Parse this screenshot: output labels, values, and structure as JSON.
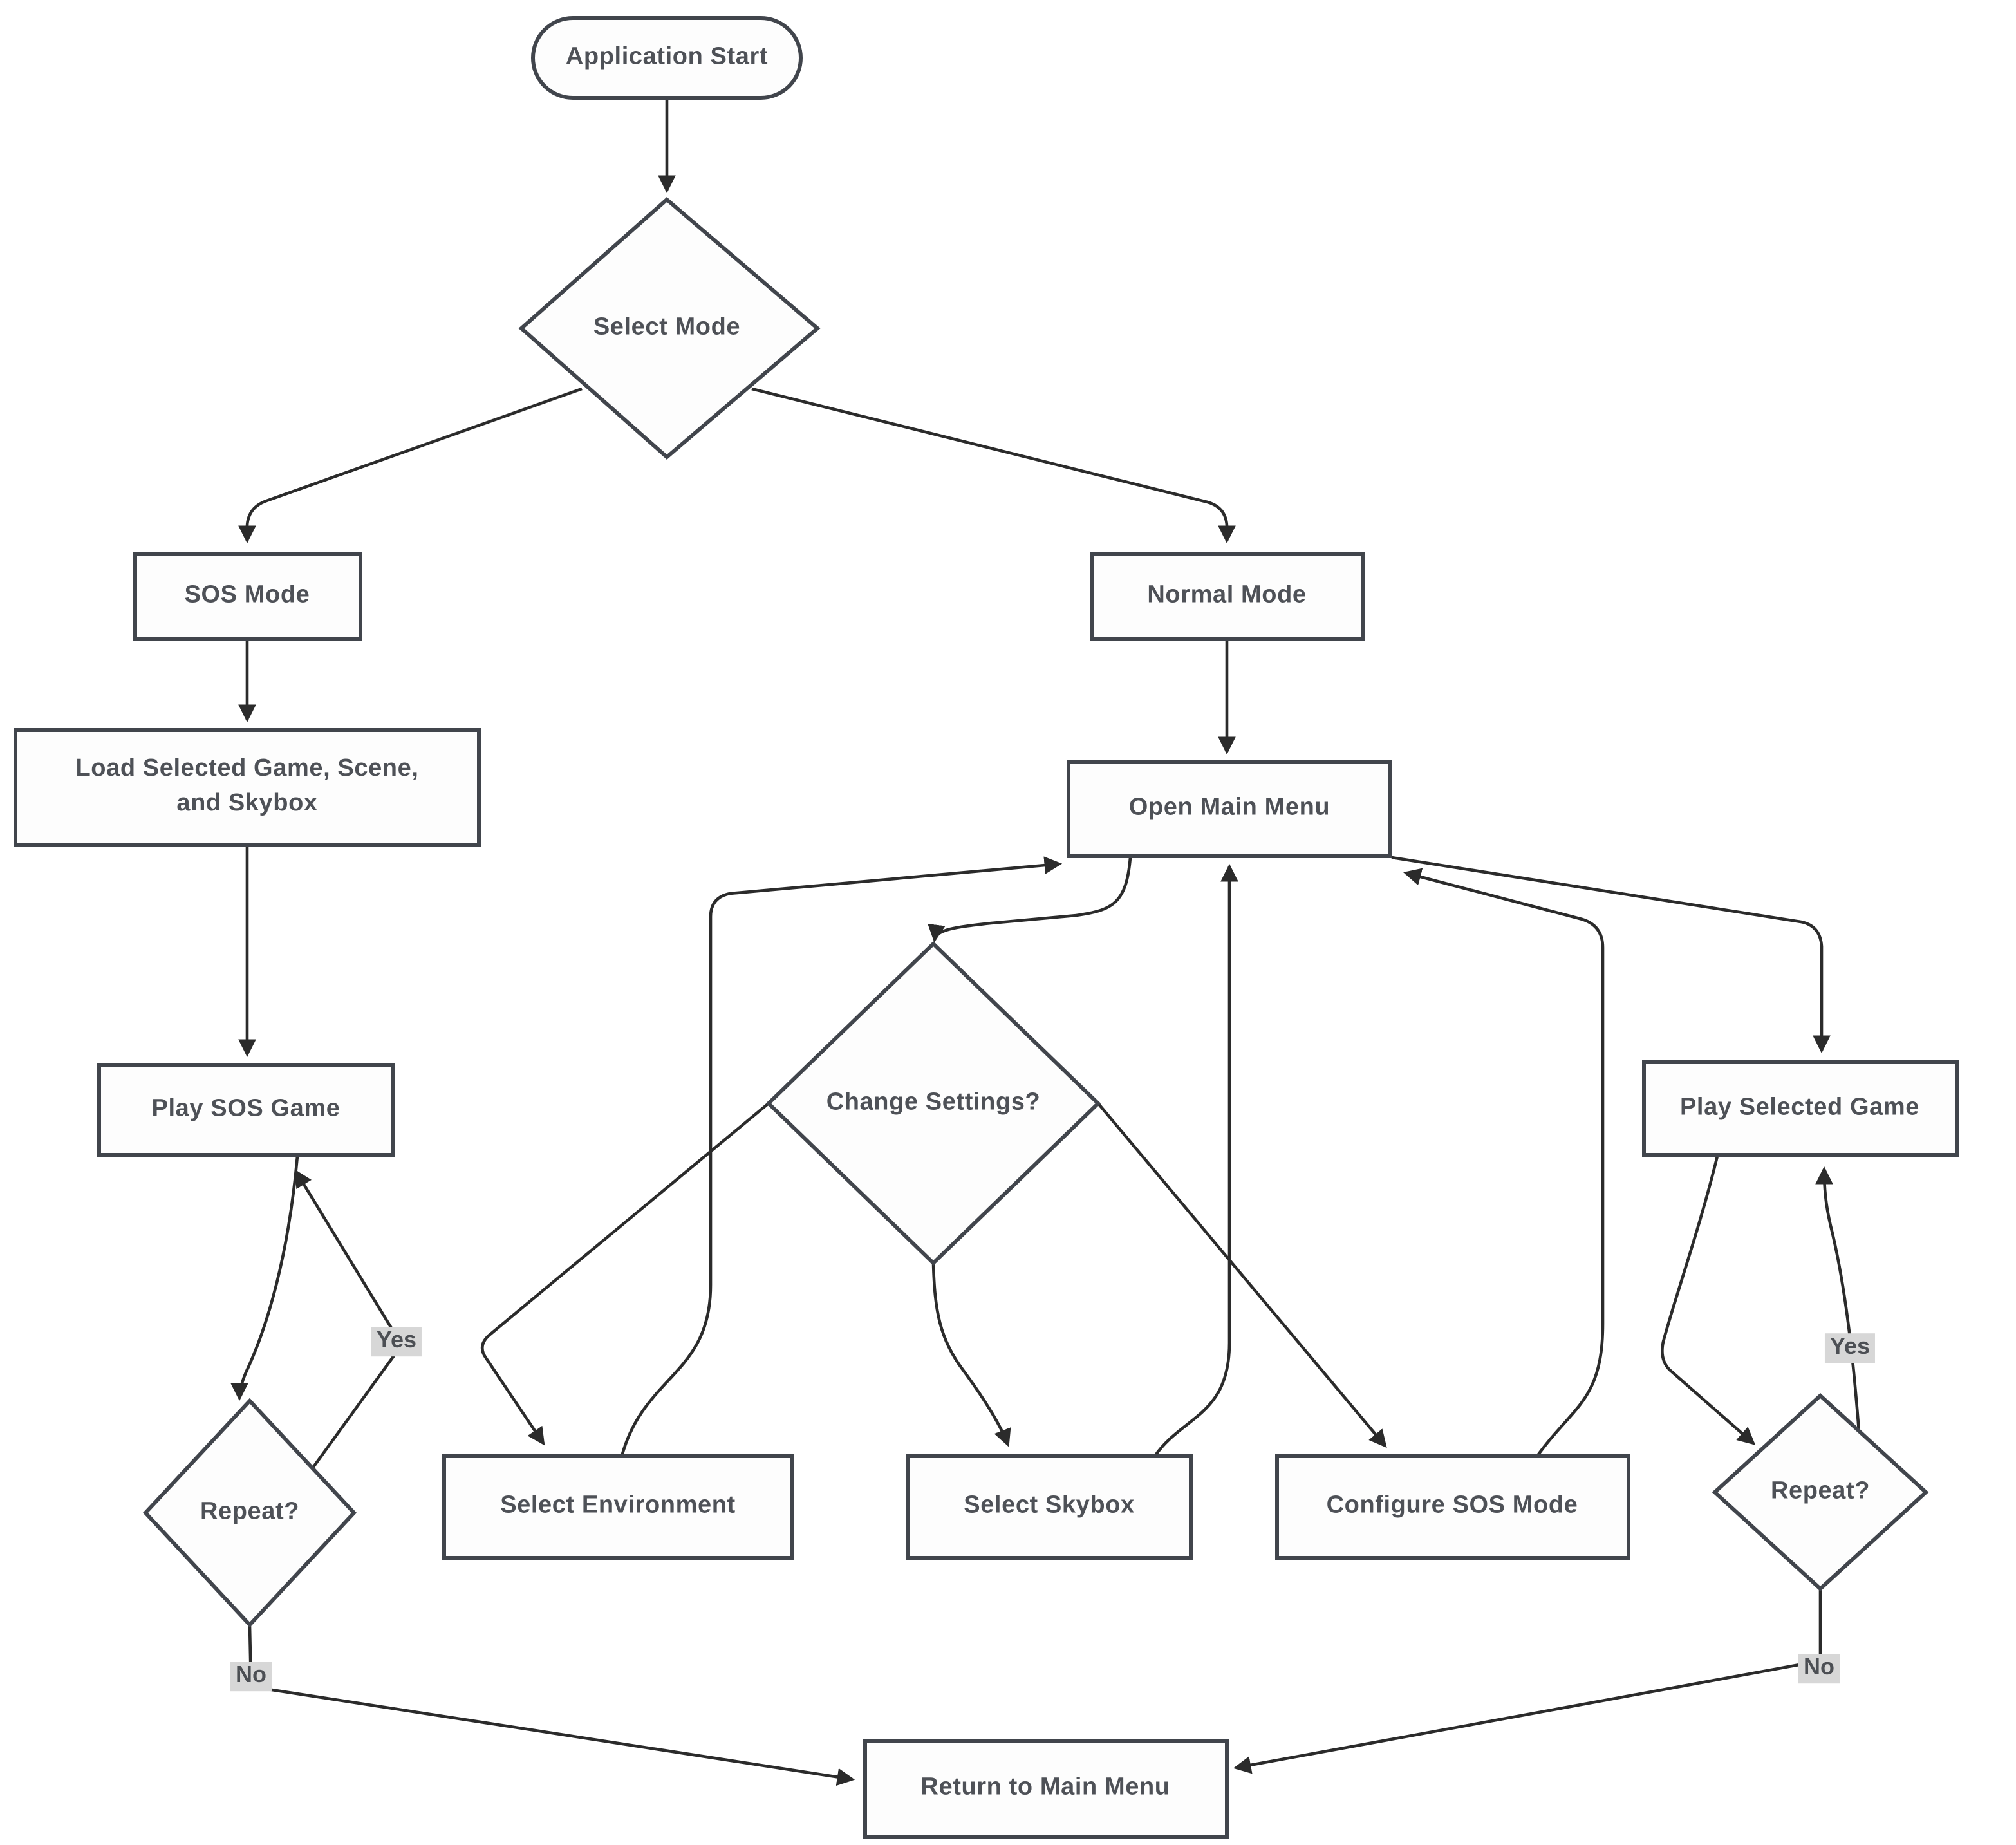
{
  "diagram": {
    "type": "flowchart",
    "nodes": {
      "application_start": {
        "label": "Application Start",
        "shape": "terminator"
      },
      "select_mode": {
        "label": "Select Mode",
        "shape": "decision"
      },
      "sos_mode": {
        "label": "SOS Mode",
        "shape": "process"
      },
      "normal_mode": {
        "label": "Normal Mode",
        "shape": "process"
      },
      "load_selected": {
        "label": "Load Selected Game, Scene, and Skybox",
        "shape": "process"
      },
      "open_main_menu": {
        "label": "Open Main Menu",
        "shape": "process"
      },
      "play_sos_game": {
        "label": "Play SOS Game",
        "shape": "process"
      },
      "change_settings": {
        "label": "Change Settings?",
        "shape": "decision"
      },
      "play_selected_game": {
        "label": "Play Selected Game",
        "shape": "process"
      },
      "repeat_left": {
        "label": "Repeat?",
        "shape": "decision"
      },
      "select_environment": {
        "label": "Select Environment",
        "shape": "process"
      },
      "select_skybox": {
        "label": "Select Skybox",
        "shape": "process"
      },
      "configure_sos_mode": {
        "label": "Configure SOS Mode",
        "shape": "process"
      },
      "repeat_right": {
        "label": "Repeat?",
        "shape": "decision"
      },
      "return_main_menu": {
        "label": "Return to Main Menu",
        "shape": "process"
      }
    },
    "edge_labels": {
      "yes_left": "Yes",
      "no_left": "No",
      "yes_right": "Yes",
      "no_right": "No"
    },
    "edges": [
      {
        "from": "application_start",
        "to": "select_mode",
        "label": ""
      },
      {
        "from": "select_mode",
        "to": "sos_mode",
        "label": ""
      },
      {
        "from": "select_mode",
        "to": "normal_mode",
        "label": ""
      },
      {
        "from": "sos_mode",
        "to": "load_selected",
        "label": ""
      },
      {
        "from": "load_selected",
        "to": "play_sos_game",
        "label": ""
      },
      {
        "from": "normal_mode",
        "to": "open_main_menu",
        "label": ""
      },
      {
        "from": "open_main_menu",
        "to": "change_settings",
        "label": ""
      },
      {
        "from": "change_settings",
        "to": "select_environment",
        "label": ""
      },
      {
        "from": "change_settings",
        "to": "select_skybox",
        "label": ""
      },
      {
        "from": "change_settings",
        "to": "configure_sos_mode",
        "label": ""
      },
      {
        "from": "select_environment",
        "to": "open_main_menu",
        "label": ""
      },
      {
        "from": "select_skybox",
        "to": "open_main_menu",
        "label": ""
      },
      {
        "from": "configure_sos_mode",
        "to": "open_main_menu",
        "label": ""
      },
      {
        "from": "open_main_menu",
        "to": "play_selected_game",
        "label": ""
      },
      {
        "from": "play_sos_game",
        "to": "repeat_left",
        "label": ""
      },
      {
        "from": "repeat_left",
        "to": "play_sos_game",
        "label": "Yes"
      },
      {
        "from": "repeat_left",
        "to": "return_main_menu",
        "label": "No"
      },
      {
        "from": "play_selected_game",
        "to": "repeat_right",
        "label": ""
      },
      {
        "from": "repeat_right",
        "to": "play_selected_game",
        "label": "Yes"
      },
      {
        "from": "repeat_right",
        "to": "return_main_menu",
        "label": "No"
      }
    ],
    "colors": {
      "background": "#ffffff",
      "node_fill": "#fdfdfd",
      "node_border": "#41454c",
      "edge": "#2b2b2b",
      "text": "#4e5157",
      "edge_label_bg": "#d7d7d7"
    }
  }
}
